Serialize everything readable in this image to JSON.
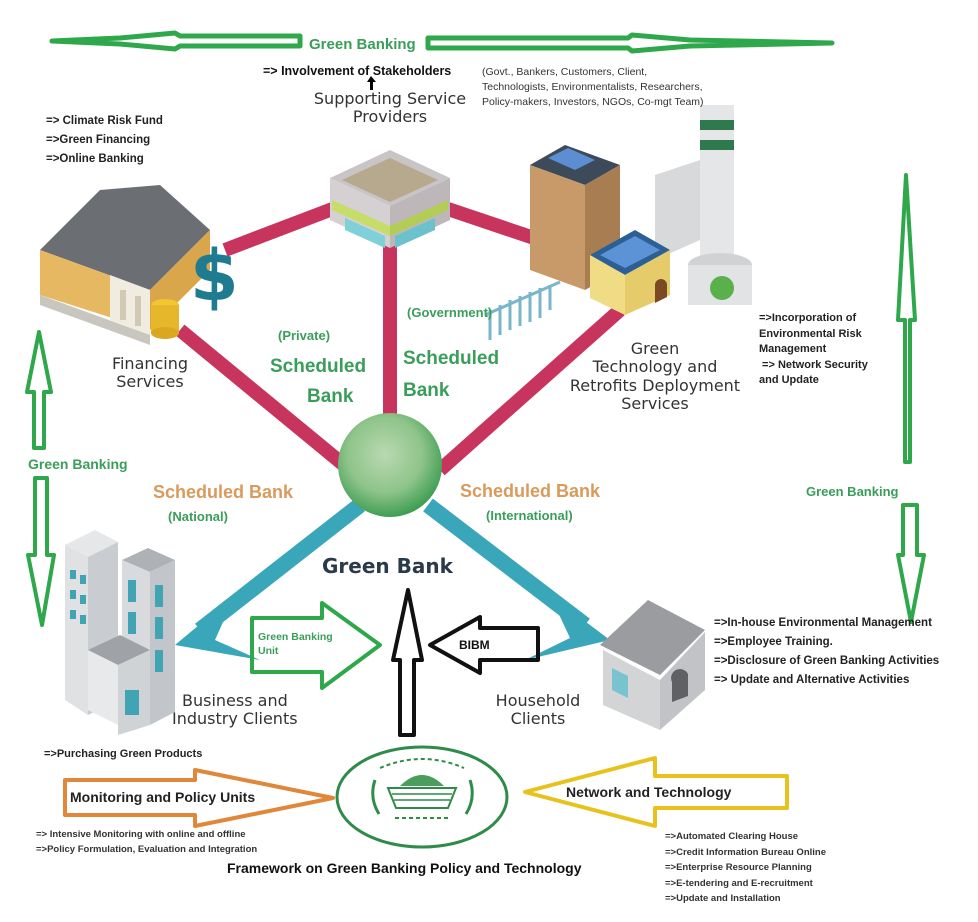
{
  "colors": {
    "green_arrow": "#2ea84a",
    "connector_pink": "#c7355f",
    "connector_teal": "#3aa6b9",
    "globe_green": "#7cc47e",
    "green_text": "#3a9e5a",
    "orange_text": "#d99a5c",
    "orange_arrow": "#e0873a",
    "yellow_arrow": "#e8c21c",
    "seal_green": "#2f8b4a"
  },
  "top": {
    "banner_label": "Green Banking",
    "stakeholders_label": "=> Involvement of Stakeholders",
    "stakeholders_list": [
      "(Govt., Bankers, Customers, Client,",
      "Technologists, Environmentalists, Researchers,",
      "Policy-makers, Investors, NGOs, Co-mgt Team)"
    ]
  },
  "nodes": {
    "supporting": {
      "line1": "Supporting Service",
      "line2": "Providers",
      "icon": "office-building-icon"
    },
    "financing": {
      "line1": "Financing",
      "line2": "Services",
      "icon": "bank-building-icon"
    },
    "green_tech": {
      "lines": [
        "Green",
        "Technology and",
        "Retrofits Deployment",
        "Services"
      ],
      "icon": "solar-factory-icon"
    },
    "business": {
      "line1": "Business and",
      "line2": "Industry Clients",
      "icon": "skyscraper-icon"
    },
    "household": {
      "line1": "Household",
      "line2": "Clients",
      "icon": "house-icon"
    },
    "center": {
      "label": "Green Bank",
      "icon": "globe-icon"
    }
  },
  "financing_bullets": [
    "=> Climate Risk Fund",
    "=>Green Financing",
    "=>Online Banking"
  ],
  "green_tech_bullets": [
    "=>Incorporation of",
    "Environmental Risk",
    "Management",
    " => Network Security",
    "and Update"
  ],
  "household_bullets": [
    "=>In-house Environmental Management",
    "=>Employee Training.",
    "=>Disclosure of Green Banking Activities",
    "=> Update and Alternative Activities"
  ],
  "business_bullets": [
    "=>Purchasing Green Products"
  ],
  "banks": {
    "private": {
      "qualifier": "(Private)",
      "line1": "Scheduled",
      "line2": "Bank"
    },
    "government": {
      "qualifier": "(Government)",
      "line1": "Scheduled",
      "line2": "Bank"
    },
    "national": {
      "label": "Scheduled Bank",
      "qualifier": "(National)"
    },
    "international": {
      "label": "Scheduled Bank",
      "qualifier": "(International)"
    }
  },
  "side": {
    "left_label": "Green Banking",
    "right_label": "Green Banking"
  },
  "arrows": {
    "gbu": {
      "line1": "Green Banking",
      "line2": "Unit"
    },
    "bibm": "BIBM",
    "monitoring": "Monitoring and Policy Units",
    "network": "Network and Technology"
  },
  "monitoring_bullets": [
    "=> Intensive Monitoring with online and offline",
    "=>Policy Formulation, Evaluation and Integration"
  ],
  "network_bullets": [
    "=>Automated Clearing House",
    "=>Credit Information Bureau Online",
    "=>Enterprise Resource Planning",
    "=>E-tendering and E-recruitment",
    "=>Update and Installation"
  ],
  "footer": {
    "caption": "Framework on Green Banking Policy and Technology",
    "seal": "central-bank-seal-icon"
  }
}
